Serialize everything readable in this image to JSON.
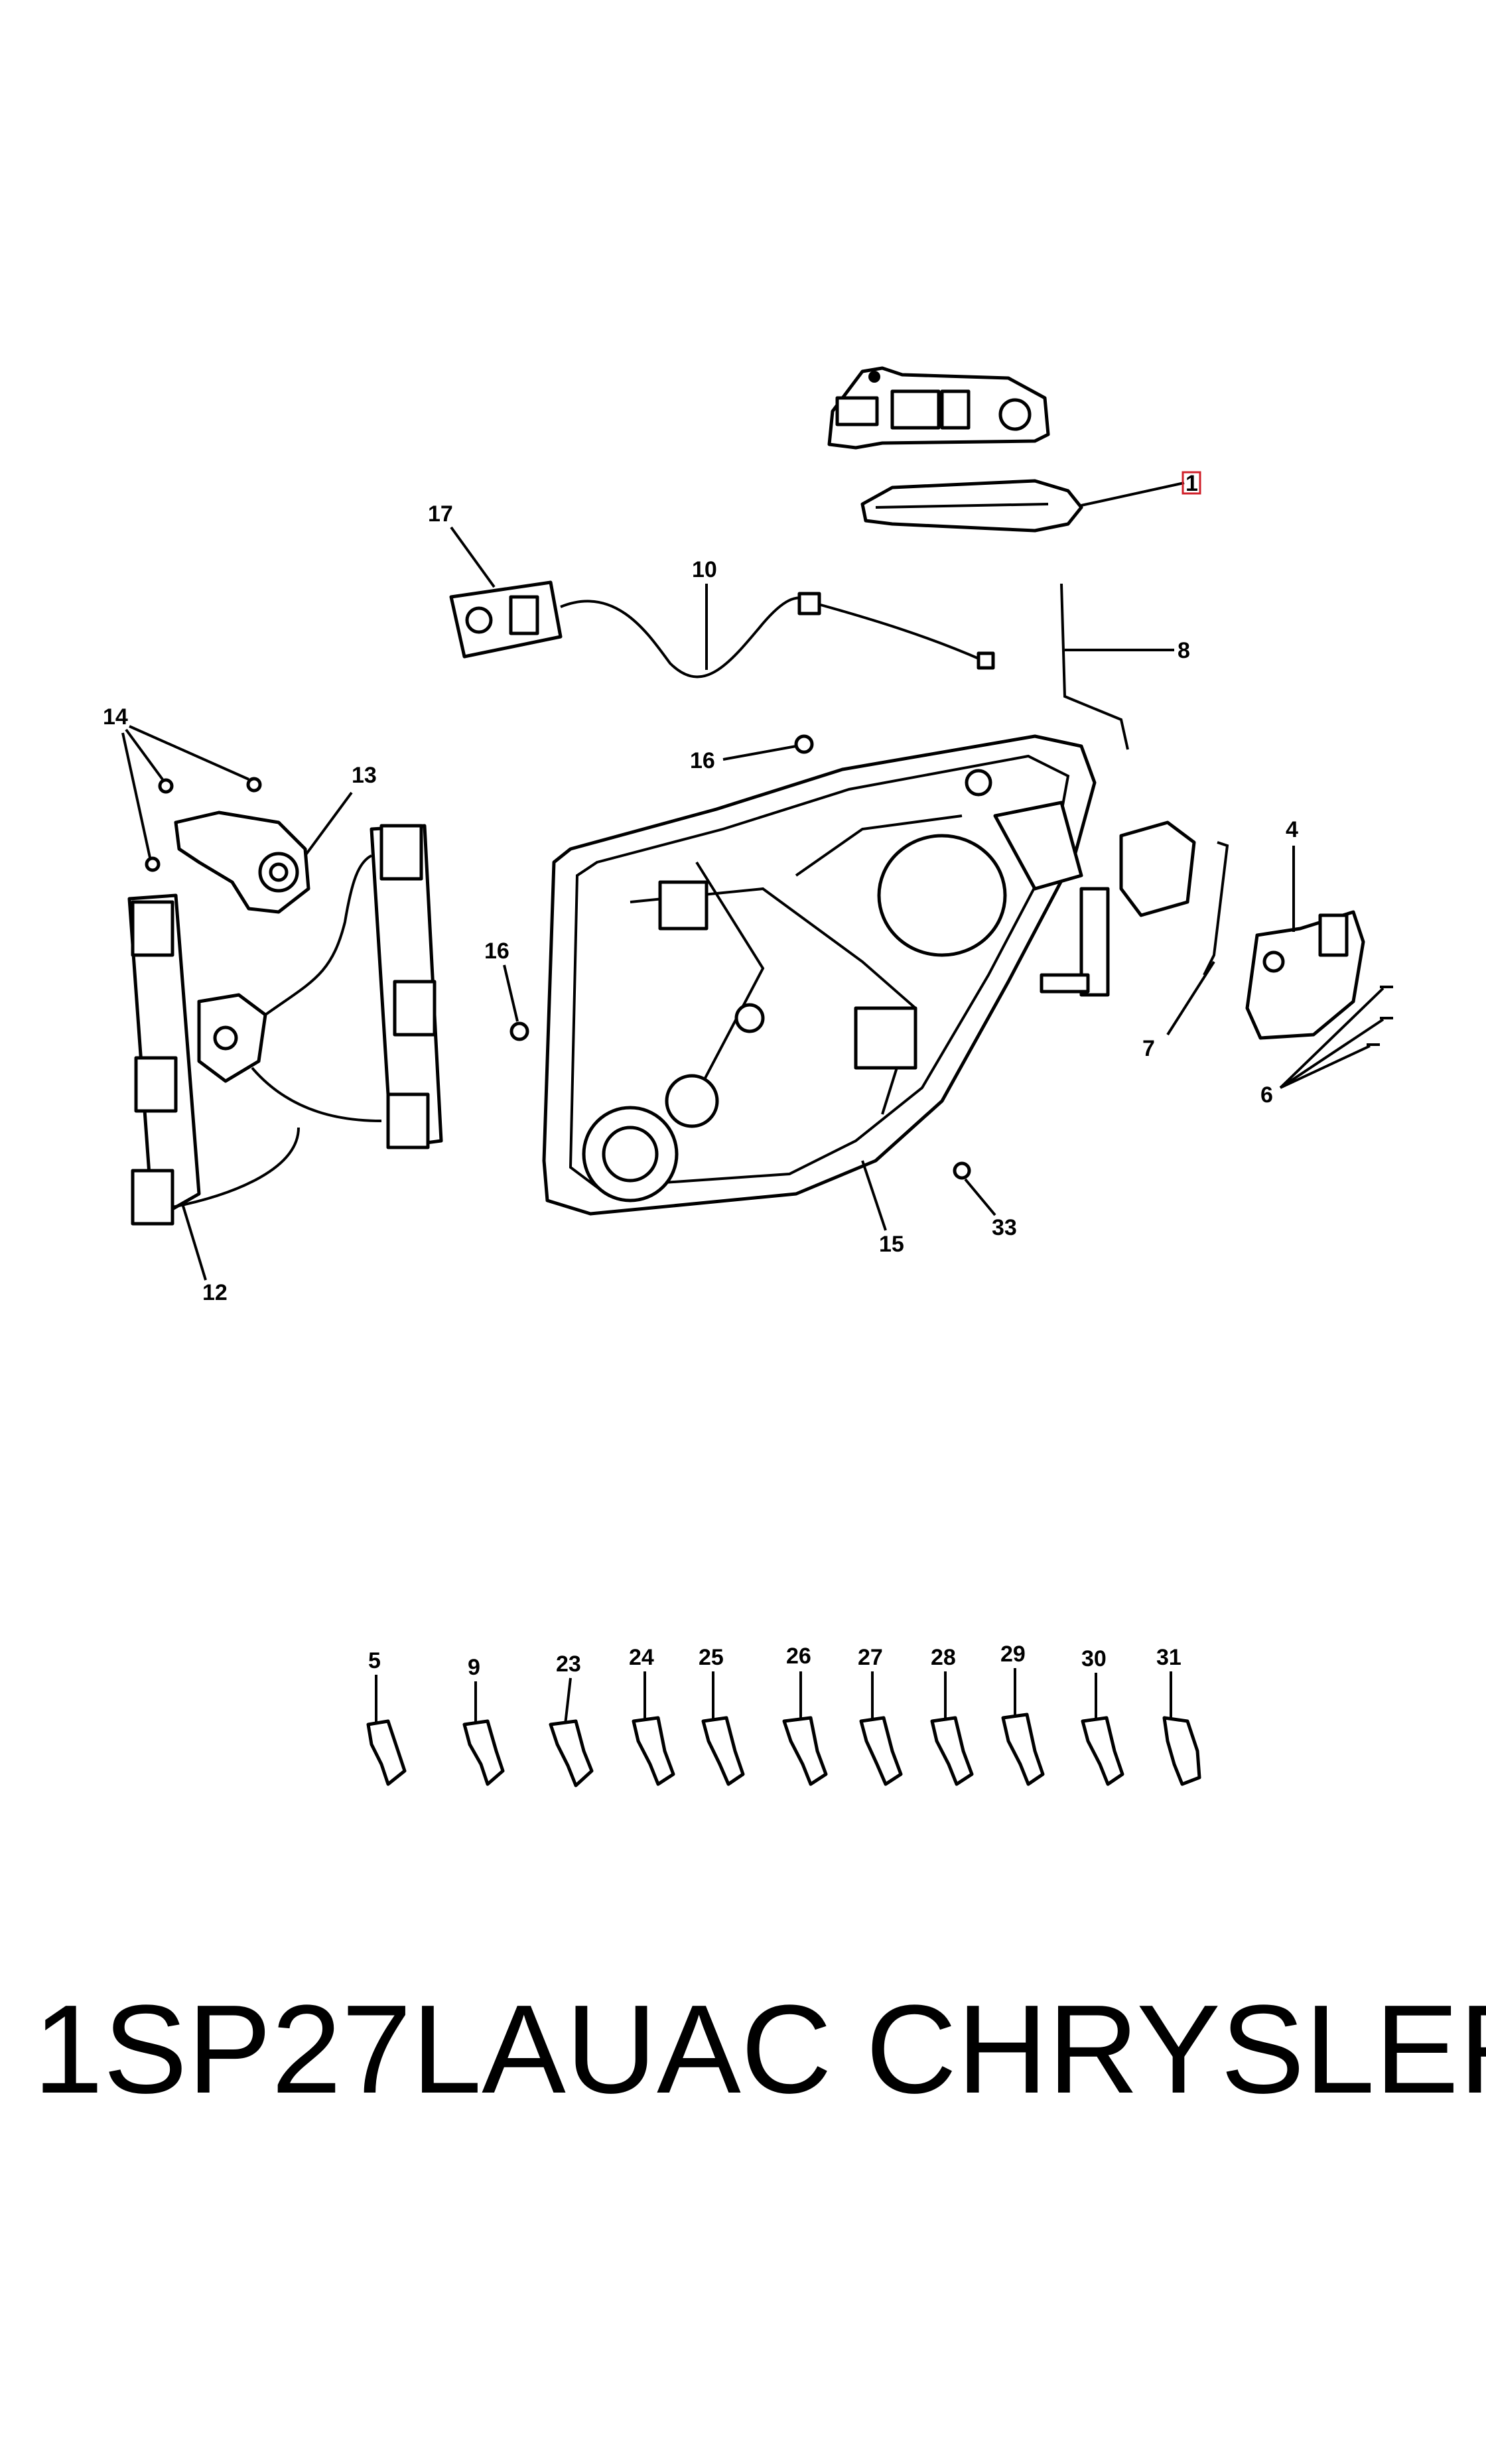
{
  "callouts": {
    "c1": "1",
    "c4": "4",
    "c5": "5",
    "c6": "6",
    "c7": "7",
    "c8": "8",
    "c9": "9",
    "c10": "10",
    "c12": "12",
    "c13": "13",
    "c14": "14",
    "c15": "15",
    "c16a": "16",
    "c16b": "16",
    "c17": "17",
    "c23": "23",
    "c24": "24",
    "c25": "25",
    "c26": "26",
    "c27": "27",
    "c28": "28",
    "c29": "29",
    "c30": "30",
    "c31": "31",
    "c33": "33"
  },
  "footer": {
    "part_code": "1SP27LAUAC",
    "brand": "CHRYSLER"
  },
  "colors": {
    "ink": "#000000",
    "highlight": "#d0202a"
  }
}
